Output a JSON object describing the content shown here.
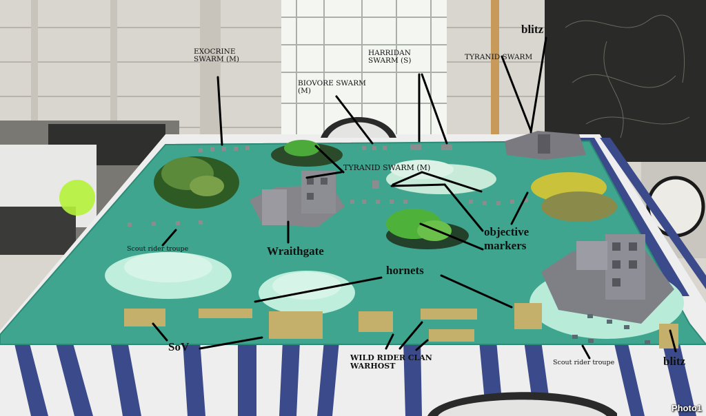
{
  "labels": {
    "exocrine": "EXOCRINE\nSWARM (M)",
    "harridan": "HARRIDAN\nSWARM (S)",
    "biovore": "BIOVORE SWARM\n(M)",
    "tyranid_swarm_top": "TYRANID SWARM",
    "blitz_top": "blitz",
    "tyranid_swarm_m": "TYRANID SWARM (M)",
    "objective": "objective\nmarkers",
    "scout_left": "Scout rider troupe",
    "wraithgate": "Wraithgate",
    "hornets": "hornets",
    "sov": "SoV",
    "wild_rider": "WILD RIDER CLAN\nWARHOST",
    "scout_right": "Scout rider troupe",
    "blitz_bottom": "blitz",
    "photo": "Photo1"
  },
  "colors": {
    "mat": "#3fa58f",
    "tablecloth": "#eeeeee",
    "stripe": "#3a4a8a",
    "wall": "#d9d6cf",
    "chalkboard": "#2a2a28",
    "leader": "#000000"
  }
}
